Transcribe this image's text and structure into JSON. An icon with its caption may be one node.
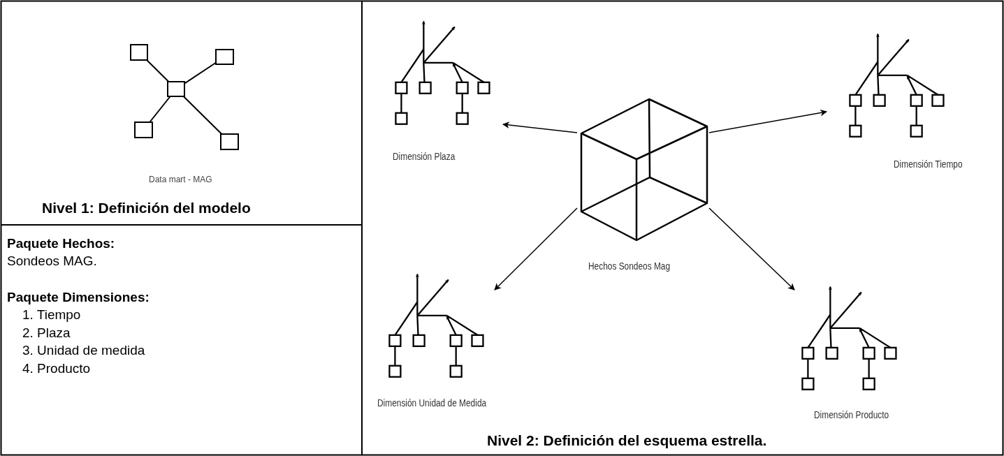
{
  "diagram": {
    "nodes": [
      {
        "text": [],
        "shape": "box"
      },
      {
        "text": [],
        "shape": "box"
      },
      {
        "text": [],
        "shape": "box"
      },
      {
        "text": [],
        "shape": "box"
      },
      {
        "text": [],
        "shape": "box"
      },
      {
        "text": [
          "Hechos Sondeos Mag"
        ]
      },
      {
        "text": [
          "Dimensión Plaza"
        ]
      },
      {
        "text": [
          "Dimensión Tiempo"
        ]
      },
      {
        "text": [
          "Dimensión Unidad de Medida"
        ]
      },
      {
        "text": [
          "Dimensión Producto"
        ]
      }
    ],
    "edges": [
      {
        "from": 0,
        "to": 1,
        "arrow": "none"
      },
      {
        "from": 0,
        "to": 2,
        "arrow": "none"
      },
      {
        "from": 0,
        "to": 3,
        "arrow": "none"
      },
      {
        "from": 0,
        "to": 4,
        "arrow": "none"
      },
      {
        "from": 5,
        "to": 6,
        "arrow": "to"
      },
      {
        "from": 5,
        "to": 7,
        "arrow": "to"
      },
      {
        "from": 5,
        "to": 8,
        "arrow": "to"
      },
      {
        "from": 5,
        "to": 9,
        "arrow": "to"
      }
    ],
    "labels": [
      "Data mart - MAG",
      "Nivel 1: Definición del modelo",
      "Paquete Hechos:",
      "Sondeos MAG.",
      "Paquete Dimensiones:",
      "1. Tiempo",
      "2. Plaza",
      "3. Unidad de medida",
      "4. Producto",
      "Nivel 2: Definición del esquema estrella."
    ]
  }
}
